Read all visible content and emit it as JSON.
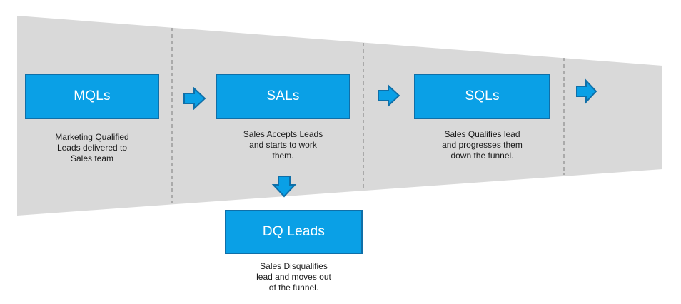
{
  "diagram": {
    "stages": [
      {
        "label": "MQLs",
        "description": "Marketing Qualified\nLeads delivered to\nSales team"
      },
      {
        "label": "SALs",
        "description": "Sales Accepts Leads\nand starts to work\nthem."
      },
      {
        "label": "SQLs",
        "description": "Sales Qualifies lead\nand progresses them\ndown the funnel."
      }
    ],
    "disqualified": {
      "label": "DQ Leads",
      "description": "Sales Disqualifies\nlead and moves out\nof the funnel."
    }
  },
  "colors": {
    "funnel_fill": "#d9d9d9",
    "divider": "#8c8c8c",
    "box_fill": "#0aa0e6",
    "box_border": "#0f6fa8",
    "arrow_fill": "#0aa0e6",
    "arrow_stroke": "#0f6fa8"
  }
}
